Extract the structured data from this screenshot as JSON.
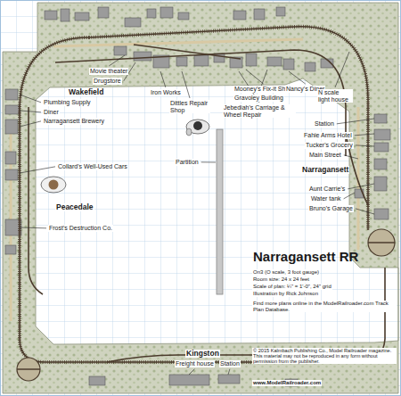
{
  "diagram": {
    "title": "Narragansett RR",
    "labels": [
      "Movie theater",
      "Drugstore",
      "Wakefield",
      "Plumbing Supply",
      "Diner",
      "Narragansett Brewery",
      "Iron Works",
      "Dittles Repair Shop",
      "Mooney's Fix-it Shop",
      "Gravoley Building",
      "Jebediah's Carriage & Wheel Repair",
      "Nancy's Diner",
      "N scale light house",
      "Station",
      "Fahie Arms Hotel",
      "Tucker's Grocery",
      "Main Street",
      "Narragansett",
      "Aunt Carrie's",
      "Water tank",
      "Bruno's Garage",
      "Collard's Well-Used Cars",
      "Peacedale",
      "Frost's Destruction Co.",
      "Partition",
      "On3 (O scale, 3 foot gauge)",
      "Room size: 24 x 24 feet",
      "Scale of plan: ¼\" = 1'-0\", 24\" grid",
      "Illustration by Rick Johnson",
      "Find more plans online in the ModelRailroader.com Track Plan Database.",
      "Kingston",
      "Freight house",
      "Station",
      "© 2015 Kalmbach Publishing Co., Model Railroader magazine. This material may not be reproduced in any form without permission from the publisher.",
      "www.ModelRailroader.com"
    ]
  }
}
